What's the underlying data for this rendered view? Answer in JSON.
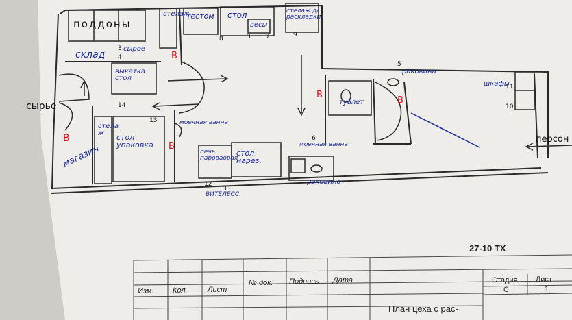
{
  "plan": {
    "rooms": {
      "raw_material": "сырье",
      "warehouse": "склад",
      "raw_small": "сырое",
      "toilet": "туалет",
      "personnel": "персон"
    },
    "equipment": {
      "pallets": "поддоны",
      "rack": "стелаж",
      "dough_machine": "тестом",
      "table_scales": "стол",
      "scales": "весы",
      "rack_for_packing": "стелаж д/раскладки",
      "rolling_table": "выкатка стол",
      "packing_table": "стол упаковка",
      "showcase": "шкаф",
      "wash_bath": "моечная ванна",
      "oven": "печь пароваовая",
      "table_knead": "стол нарез.",
      "washing_bath_2": "моечная ванна",
      "sink_top": "раковина",
      "sink_bottom": "раковина",
      "cabinet": "шкафы",
      "magazine": "магазин",
      "rack_vertical": "стела ж",
      "proofing": "ВИТЕЛЕСС.",
      "shelf_top": "стелаж"
    },
    "marks": {
      "B": "В",
      "num_3": "3",
      "num_4": "4",
      "num_5": "5",
      "num_6": "6",
      "num_7": "7",
      "num_8": "8",
      "num_9": "9",
      "num_10": "10",
      "num_11": "11",
      "num_12": "12",
      "num_13": "13",
      "num_14": "14"
    }
  },
  "title_block": {
    "code": "27-10 ТХ",
    "headers": [
      "Изм.",
      "Кол.",
      "Лист",
      "№ док.",
      "Подпись",
      "Дата"
    ],
    "stage_label": "Стадия",
    "sheet_label": "Лист",
    "stage_value": "С",
    "sheet_value": "1",
    "plan_title": "План цеха с рас-"
  },
  "colors": {
    "ink": "#1d2d9a",
    "red": "#d11111",
    "line": "#2a2a2a",
    "paper": "#efedea"
  }
}
